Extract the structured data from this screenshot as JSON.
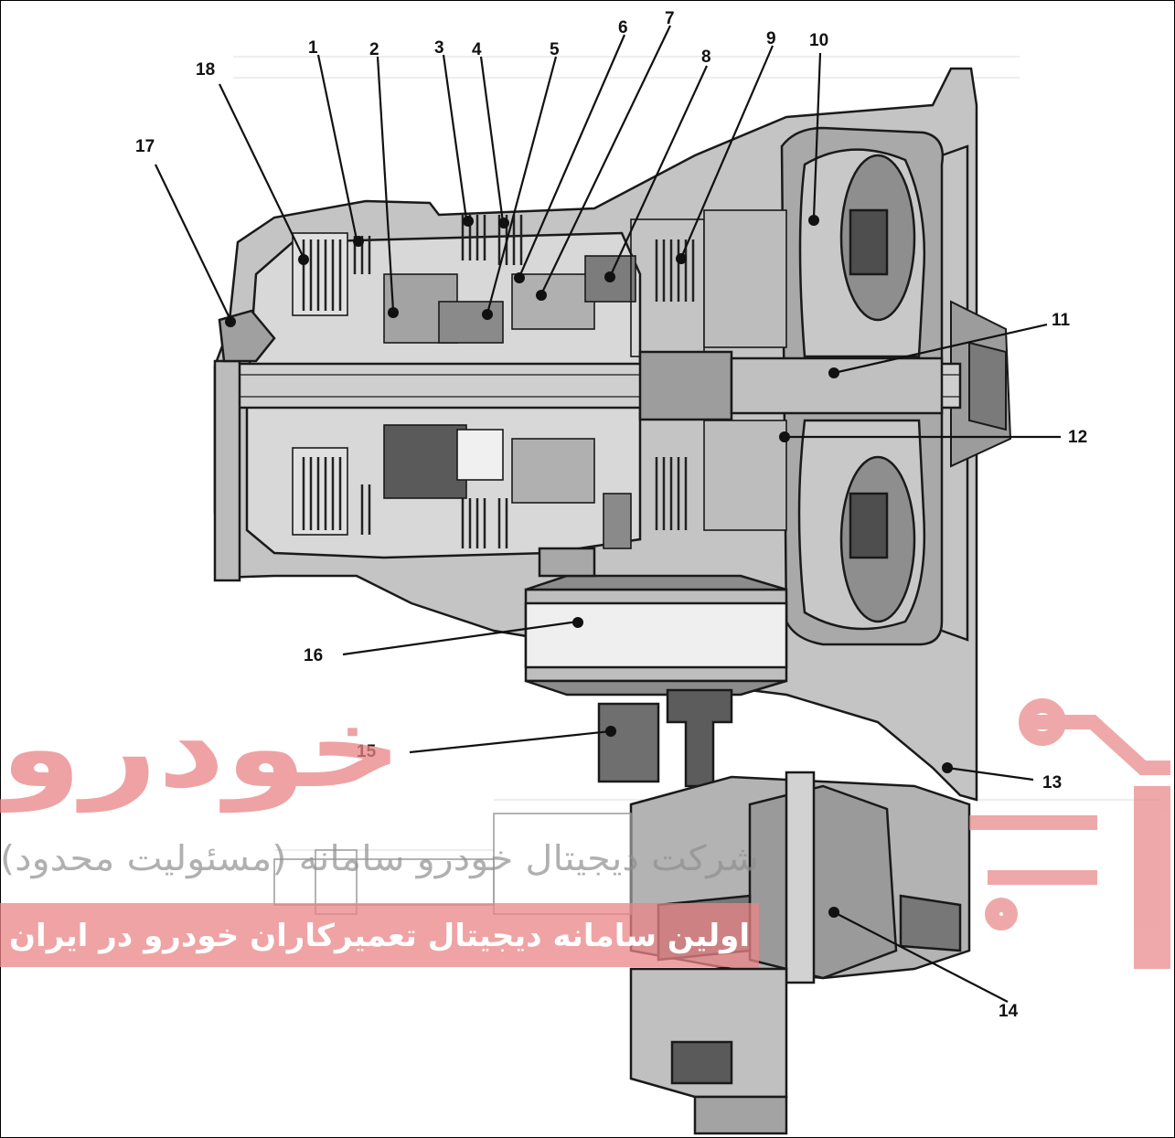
{
  "callouts": [
    {
      "id": "1",
      "label": "1"
    },
    {
      "id": "2",
      "label": "2"
    },
    {
      "id": "3",
      "label": "3"
    },
    {
      "id": "4",
      "label": "4"
    },
    {
      "id": "5",
      "label": "5"
    },
    {
      "id": "6",
      "label": "6"
    },
    {
      "id": "7",
      "label": "7"
    },
    {
      "id": "8",
      "label": "8"
    },
    {
      "id": "9",
      "label": "9"
    },
    {
      "id": "10",
      "label": "10"
    },
    {
      "id": "11",
      "label": "11"
    },
    {
      "id": "12",
      "label": "12"
    },
    {
      "id": "13",
      "label": "13"
    },
    {
      "id": "14",
      "label": "14"
    },
    {
      "id": "15",
      "label": "15"
    },
    {
      "id": "16",
      "label": "16"
    },
    {
      "id": "17",
      "label": "17"
    },
    {
      "id": "18",
      "label": "18"
    }
  ],
  "watermark": {
    "brand": "خودرو",
    "company_line": "شرکت دیجیتال خودرو سامانه (مسئولیت محدود)",
    "tagline": "اولین سامانه دیجیتال تعمیرکاران خودرو در ایران",
    "color": "#e98486"
  },
  "colors": {
    "line": "#1a1a1a",
    "housing": "#b9b9b9",
    "dark_part": "#6e6e6e",
    "mid_part": "#9a9a9a",
    "light_part": "#d6d6d6"
  }
}
